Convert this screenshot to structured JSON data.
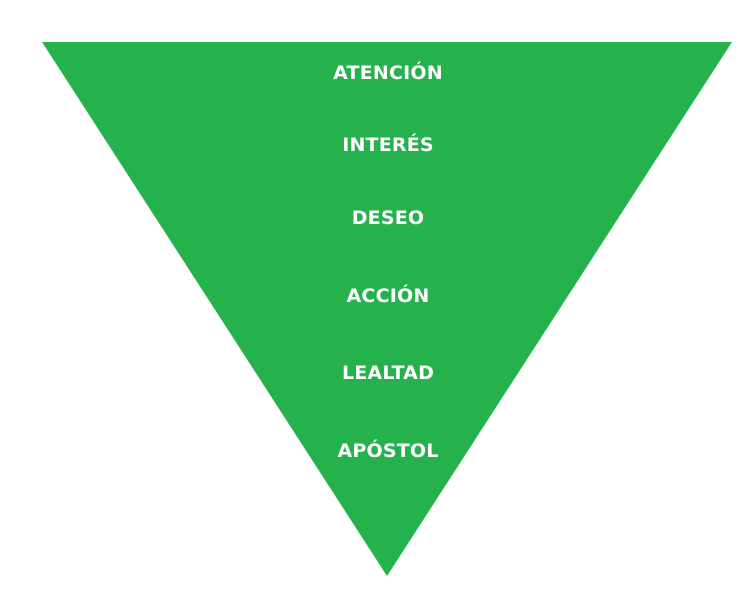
{
  "funnel": {
    "color": "#25b14c",
    "label_color": "#ffffff",
    "stages": [
      {
        "label": "ATENCIÓN"
      },
      {
        "label": "INTERÉS"
      },
      {
        "label": "DESEO"
      },
      {
        "label": "ACCIÓN"
      },
      {
        "label": "LEALTAD"
      },
      {
        "label": "APÓSTOL"
      }
    ]
  }
}
